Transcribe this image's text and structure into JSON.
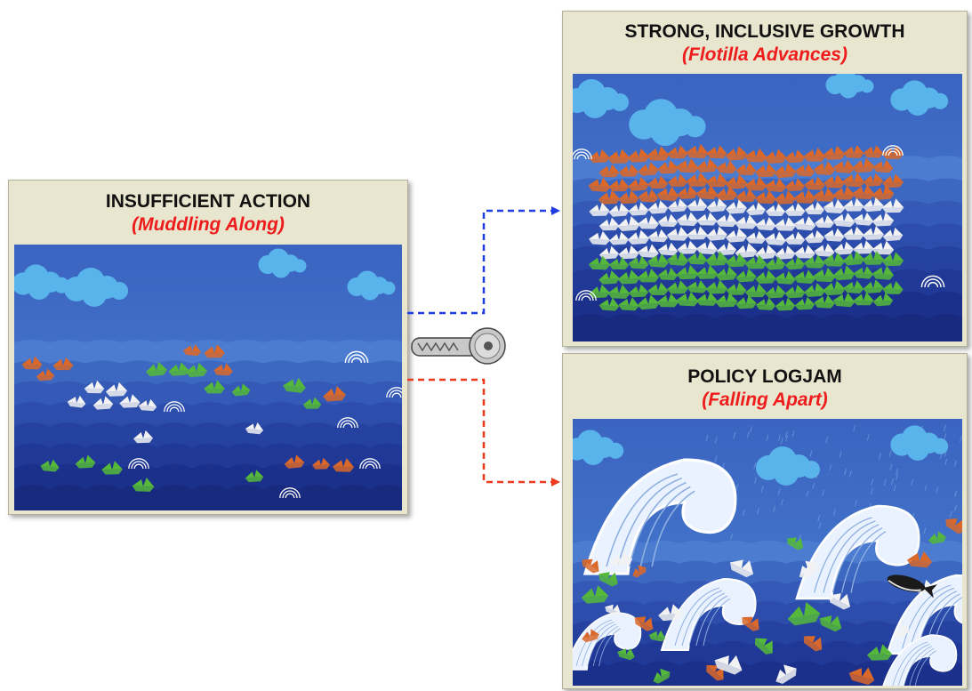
{
  "panels": {
    "current": {
      "title": "INSUFFICIENT ACTION",
      "subtitle": "(Muddling Along)"
    },
    "upside": {
      "title": "STRONG, INCLUSIVE GROWTH",
      "subtitle": "(Flotilla Advances)"
    },
    "downside": {
      "title": "POLICY LOGJAM",
      "subtitle": "(Falling Apart)"
    }
  },
  "colors": {
    "sea": "#2f55b4",
    "sky": "#3b6cc4",
    "cloud": "#5ab4ec",
    "panel_bg": "#e9e6cf",
    "subtitle": "#ee1c1c",
    "arrow_up": "#1f3de0",
    "arrow_down": "#ee3a1c",
    "boat_orange": "#d9682a",
    "boat_white": "#f2f2f2",
    "boat_green": "#55b83a"
  },
  "icons": {
    "key": "key-icon"
  }
}
